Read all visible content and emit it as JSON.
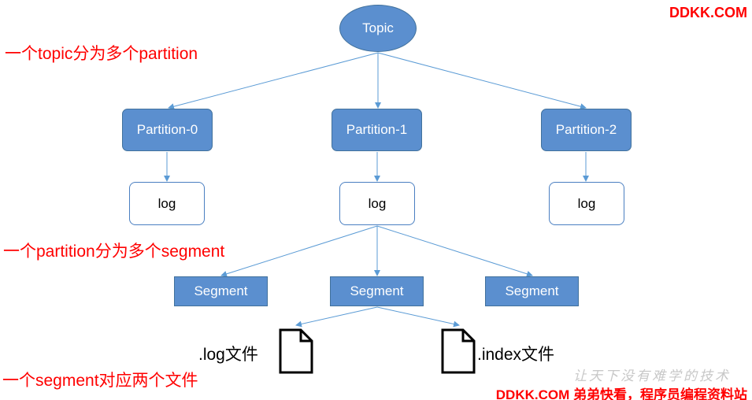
{
  "topic": {
    "label": "Topic"
  },
  "partitions": [
    {
      "label": "Partition-0",
      "log": "log"
    },
    {
      "label": "Partition-1",
      "log": "log"
    },
    {
      "label": "Partition-2",
      "log": "log"
    }
  ],
  "segments": [
    "Segment",
    "Segment",
    "Segment"
  ],
  "files": {
    "log": ".log文件",
    "index": ".index文件"
  },
  "annotations": {
    "topic": "一个topic分为多个partition",
    "partition": "一个partition分为多个segment",
    "segment": "一个segment对应两个文件"
  },
  "brand": {
    "top": "DDKK.COM",
    "bottom": "DDKK.COM 弟弟快看，程序员编程资料站",
    "watermark": "让天下没有难学的技术",
    "color": "#ff0000"
  },
  "colors": {
    "node_fill": "#5b8fcf",
    "node_border": "#41719c",
    "connector": "#5b9bd5",
    "annotation": "#ff0000"
  },
  "icons": {
    "file": "document-icon"
  }
}
